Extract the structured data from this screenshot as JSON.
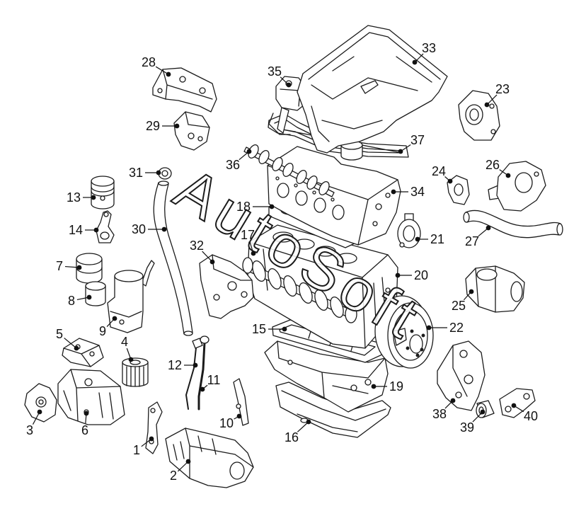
{
  "diagram": {
    "callouts": [
      "1",
      "2",
      "3",
      "4",
      "5",
      "6",
      "7",
      "8",
      "9",
      "10",
      "11",
      "12",
      "13",
      "14",
      "15",
      "16",
      "17",
      "18",
      "19",
      "20",
      "21",
      "22",
      "23",
      "24",
      "25",
      "26",
      "27",
      "28",
      "29",
      "30",
      "31",
      "32",
      "33",
      "34",
      "35",
      "36",
      "37",
      "38",
      "39",
      "40"
    ]
  },
  "watermark": "AutoSoft"
}
